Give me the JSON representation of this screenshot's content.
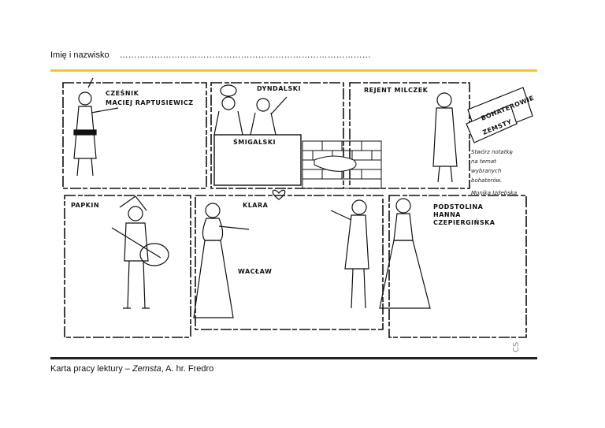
{
  "header": {
    "name_label": "Imię i nazwisko",
    "name_dots": "……………………………………………………………………………"
  },
  "sheet": {
    "panels": {
      "czesnik": [
        "CZEŚNIK",
        "MACIEJ RAPTUSIEWICZ"
      ],
      "dyndalski": "DYNDALSKI",
      "smigalski": "ŚMIGALSKI",
      "rejent": "REJENT MILCZEK",
      "papkin": "PAPKIN",
      "klara": "KLARA",
      "waclaw": "WACŁAW",
      "podstolina": [
        "PODSTOLINA",
        "HANNA",
        "CZEPIERGIŃSKA"
      ]
    },
    "banner": [
      "BOHATEROWIE",
      "ZEMSTY"
    ],
    "note": [
      "Stwórz notatkę",
      "na temat",
      "wybranych",
      "bohaterów."
    ],
    "signature": "Monika Izdebska",
    "watermark": "CS"
  },
  "footer": {
    "prefix": "Karta pracy lektury – ",
    "title": "Zemsta",
    "suffix": ", A. hr. Fredro"
  }
}
